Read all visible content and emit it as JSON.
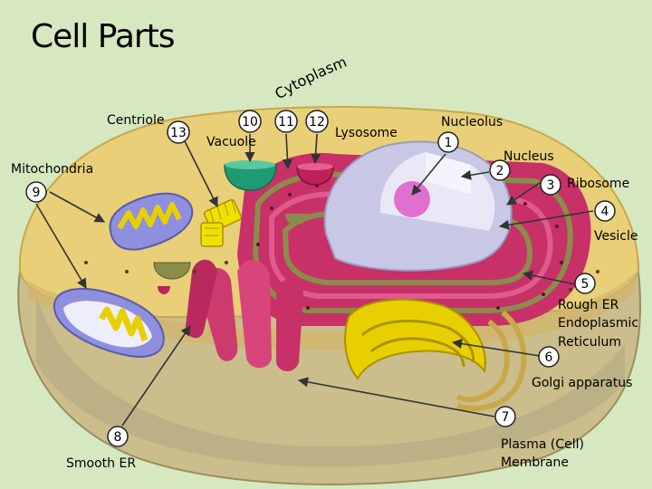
{
  "title": "Cell Parts",
  "curved_label": "Cytoplasm",
  "labels": {
    "centriole": "Centriole",
    "vacuole": "Vacuole",
    "lysosome": "Lysosome",
    "nucleolus": "Nucleolus",
    "nucleus": "Nucleus",
    "ribosome": "Ribosome",
    "vesicle": "Vesicle",
    "mitochondria": "Mitochondria",
    "rough_er_1": "Rough ER",
    "rough_er_2": "Endoplasmic",
    "rough_er_3": "Reticulum",
    "golgi": "Golgi apparatus",
    "smooth_er": "Smooth ER",
    "membrane_1": "Plasma (Cell)",
    "membrane_2": "Membrane"
  },
  "numbers": [
    "1",
    "2",
    "3",
    "4",
    "5",
    "6",
    "7",
    "8",
    "9",
    "10",
    "11",
    "12",
    "13"
  ],
  "colors": {
    "background": "#d6e8c0",
    "cytoplasm": "#e8cf78",
    "membrane": "#c9b888",
    "er_pink": "#d8336e",
    "er_green": "#8a8c4a",
    "nucleus": "#dcdcf0",
    "golgi": "#e8d000",
    "mitochondria": "#8f8fe0",
    "vacuole": "#1f9a72",
    "lysosome": "#c0205a"
  }
}
